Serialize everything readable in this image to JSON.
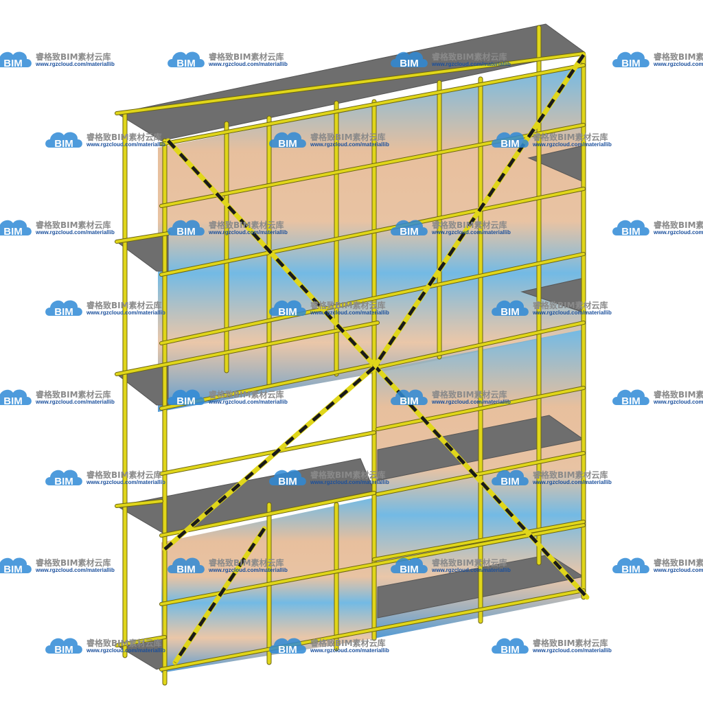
{
  "scene": {
    "subject": "scaffolding-model",
    "colors": {
      "tube": "#e0d61a",
      "tube_edge": "#6b6410",
      "platform": "#6e6e6e",
      "mesh_blue": "#5aaee0",
      "mesh_tan": "#e3b48c",
      "brace_dark": "#1a1a1a"
    }
  },
  "watermark": {
    "logo_text": "BIM",
    "brand_text": "睿格致BIM素材云库",
    "url_text": "www.rgzcloud.com/materiallib",
    "colors": {
      "cloud": "#2f8ad6",
      "logo_text": "#1a4f9c"
    }
  }
}
